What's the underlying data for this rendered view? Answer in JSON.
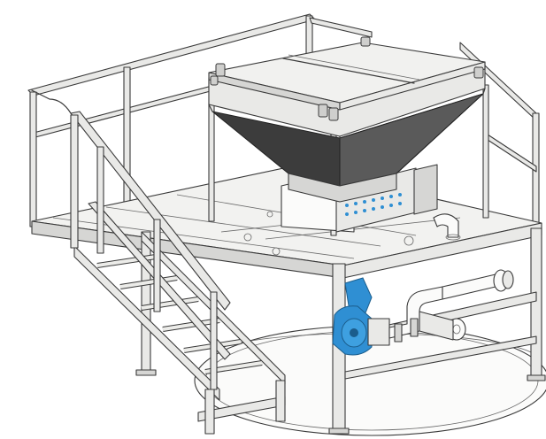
{
  "colors": {
    "steel_light": "#e9e9e7",
    "steel_shade": "#d6d6d4",
    "hopper_dark": "#3c3c3c",
    "outline": "#3a3a3a",
    "pump_blue": "#2f8fd3",
    "background": "#ffffff"
  },
  "components": [
    "handrail",
    "stair",
    "hopper",
    "hopper-lids",
    "screw-feeder",
    "platform-deck",
    "support-legs",
    "blue-pump",
    "discharge-pipe",
    "circular-tank-base"
  ]
}
